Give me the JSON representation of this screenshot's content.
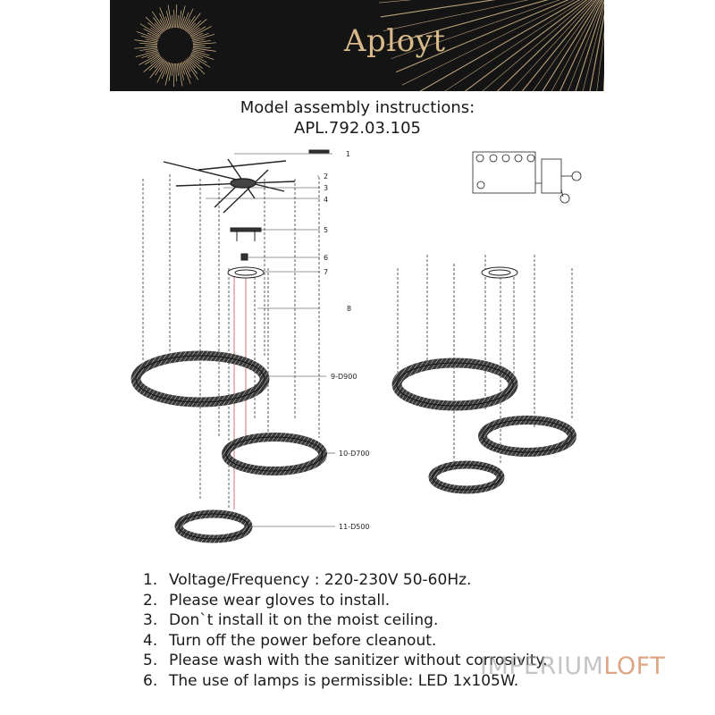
{
  "brand": {
    "name": "Aployt"
  },
  "title": {
    "line1": "Model assembly instructions:",
    "line2": "APL.792.03.105"
  },
  "callouts": [
    "1",
    "2",
    "3",
    "4",
    "5",
    "6",
    "7",
    "8",
    "9-D900",
    "10-D700",
    "11-D500"
  ],
  "instructions": [
    {
      "num": "1.",
      "text": "Voltage/Frequency : 220-230V 50-60Hz."
    },
    {
      "num": "2.",
      "text": "Please wear gloves to install."
    },
    {
      "num": "3.",
      "text": "Don`t install it on the moist ceiling."
    },
    {
      "num": "4.",
      "text": "Turn off the power before cleanout."
    },
    {
      "num": "5.",
      "text": "Please wash with the sanitizer without corrosivity."
    },
    {
      "num": "6.",
      "text": "The use of lamps is permissible: LED 1x105W."
    }
  ],
  "watermark": {
    "part1": "IMPERIUM",
    "part2": "LOFT"
  },
  "colors": {
    "banner_bg": "#141414",
    "gold": "#d8b98a",
    "watermark_accent": "#d6966e"
  }
}
